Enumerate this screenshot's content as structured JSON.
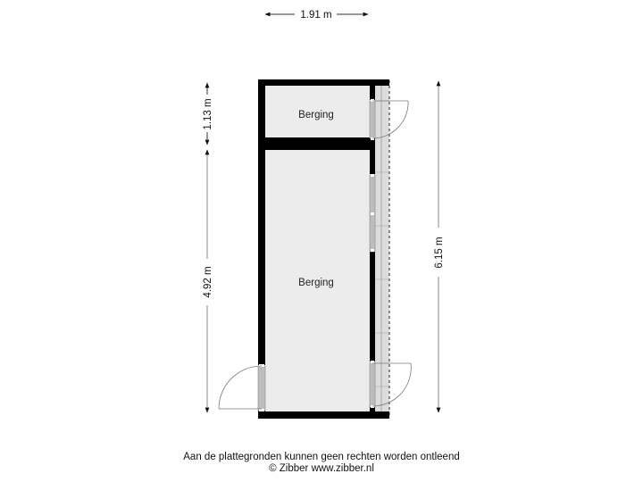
{
  "dimensions": {
    "width_top": "1.91 m",
    "height_upper_room": "1.13 m",
    "height_lower_room": "4.92 m",
    "height_total": "6.15 m"
  },
  "rooms": [
    {
      "label": "Berging"
    },
    {
      "label": "Berging"
    }
  ],
  "footer": {
    "disclaimer": "Aan de plattegronden kunnen geen rechten worden ontleend",
    "copyright": "© Zibber www.zibber.nl"
  },
  "colors": {
    "wall": "#000000",
    "room_fill": "#ececec",
    "overhang_fill": "#dcdcdc",
    "window_fill": "#bdbdbd",
    "door_arc": "#7a7a7a",
    "dimension_line": "#888888"
  }
}
